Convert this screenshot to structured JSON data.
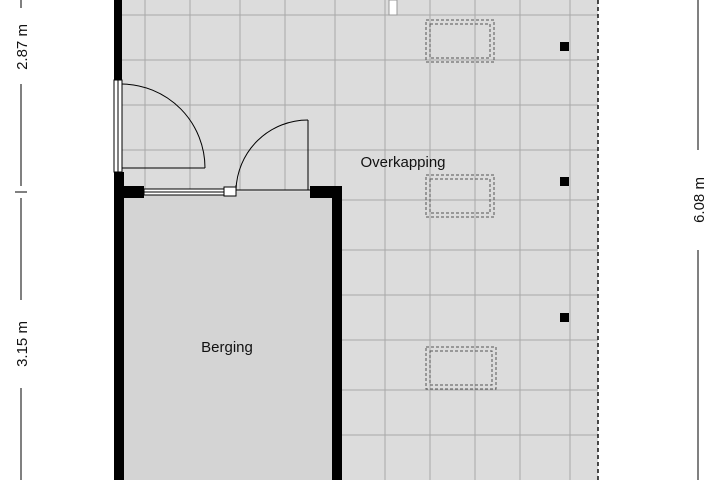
{
  "rooms": {
    "covered_area": "Overkapping",
    "storage": "Berging"
  },
  "dimensions": {
    "left_upper": "2.87 m",
    "left_lower": "3.15 m",
    "right_total": "6.08 m"
  }
}
